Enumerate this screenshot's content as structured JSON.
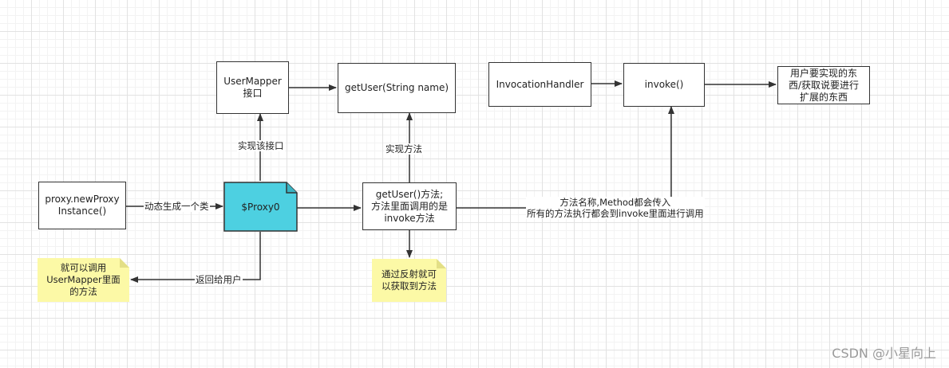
{
  "nodes": {
    "user_mapper": "UserMapper\n接口",
    "get_user": "getUser(String name)",
    "invocation_handler": "InvocationHandler",
    "invoke": "invoke()",
    "user_impl": "用户要实现的东\n西/获取说要进行\n扩展的东西",
    "new_proxy": "proxy.newProxy\nInstance()",
    "proxy0": "$Proxy0",
    "get_user_method": "getUser()方法;\n方法里面调用的是\ninvoke方法"
  },
  "notes": {
    "call_methods": "就可以调用\nUserMapper里面\n的方法",
    "reflection": "通过反射就可\n以获取到方法"
  },
  "edges": {
    "dynamic_generate": "动态生成一个类",
    "implement_interface": "实现该接口",
    "implement_method": "实现方法",
    "pass_method": "方法名称,Method都会传入\n所有的方法执行都会到invoke里面进行调用",
    "return_to_user": "返回给用户"
  },
  "colors": {
    "proxy_fill": "#4dd0e1",
    "note_fill": "#fcf9a6",
    "line": "#333333"
  },
  "watermark": "CSDN @小星向上"
}
